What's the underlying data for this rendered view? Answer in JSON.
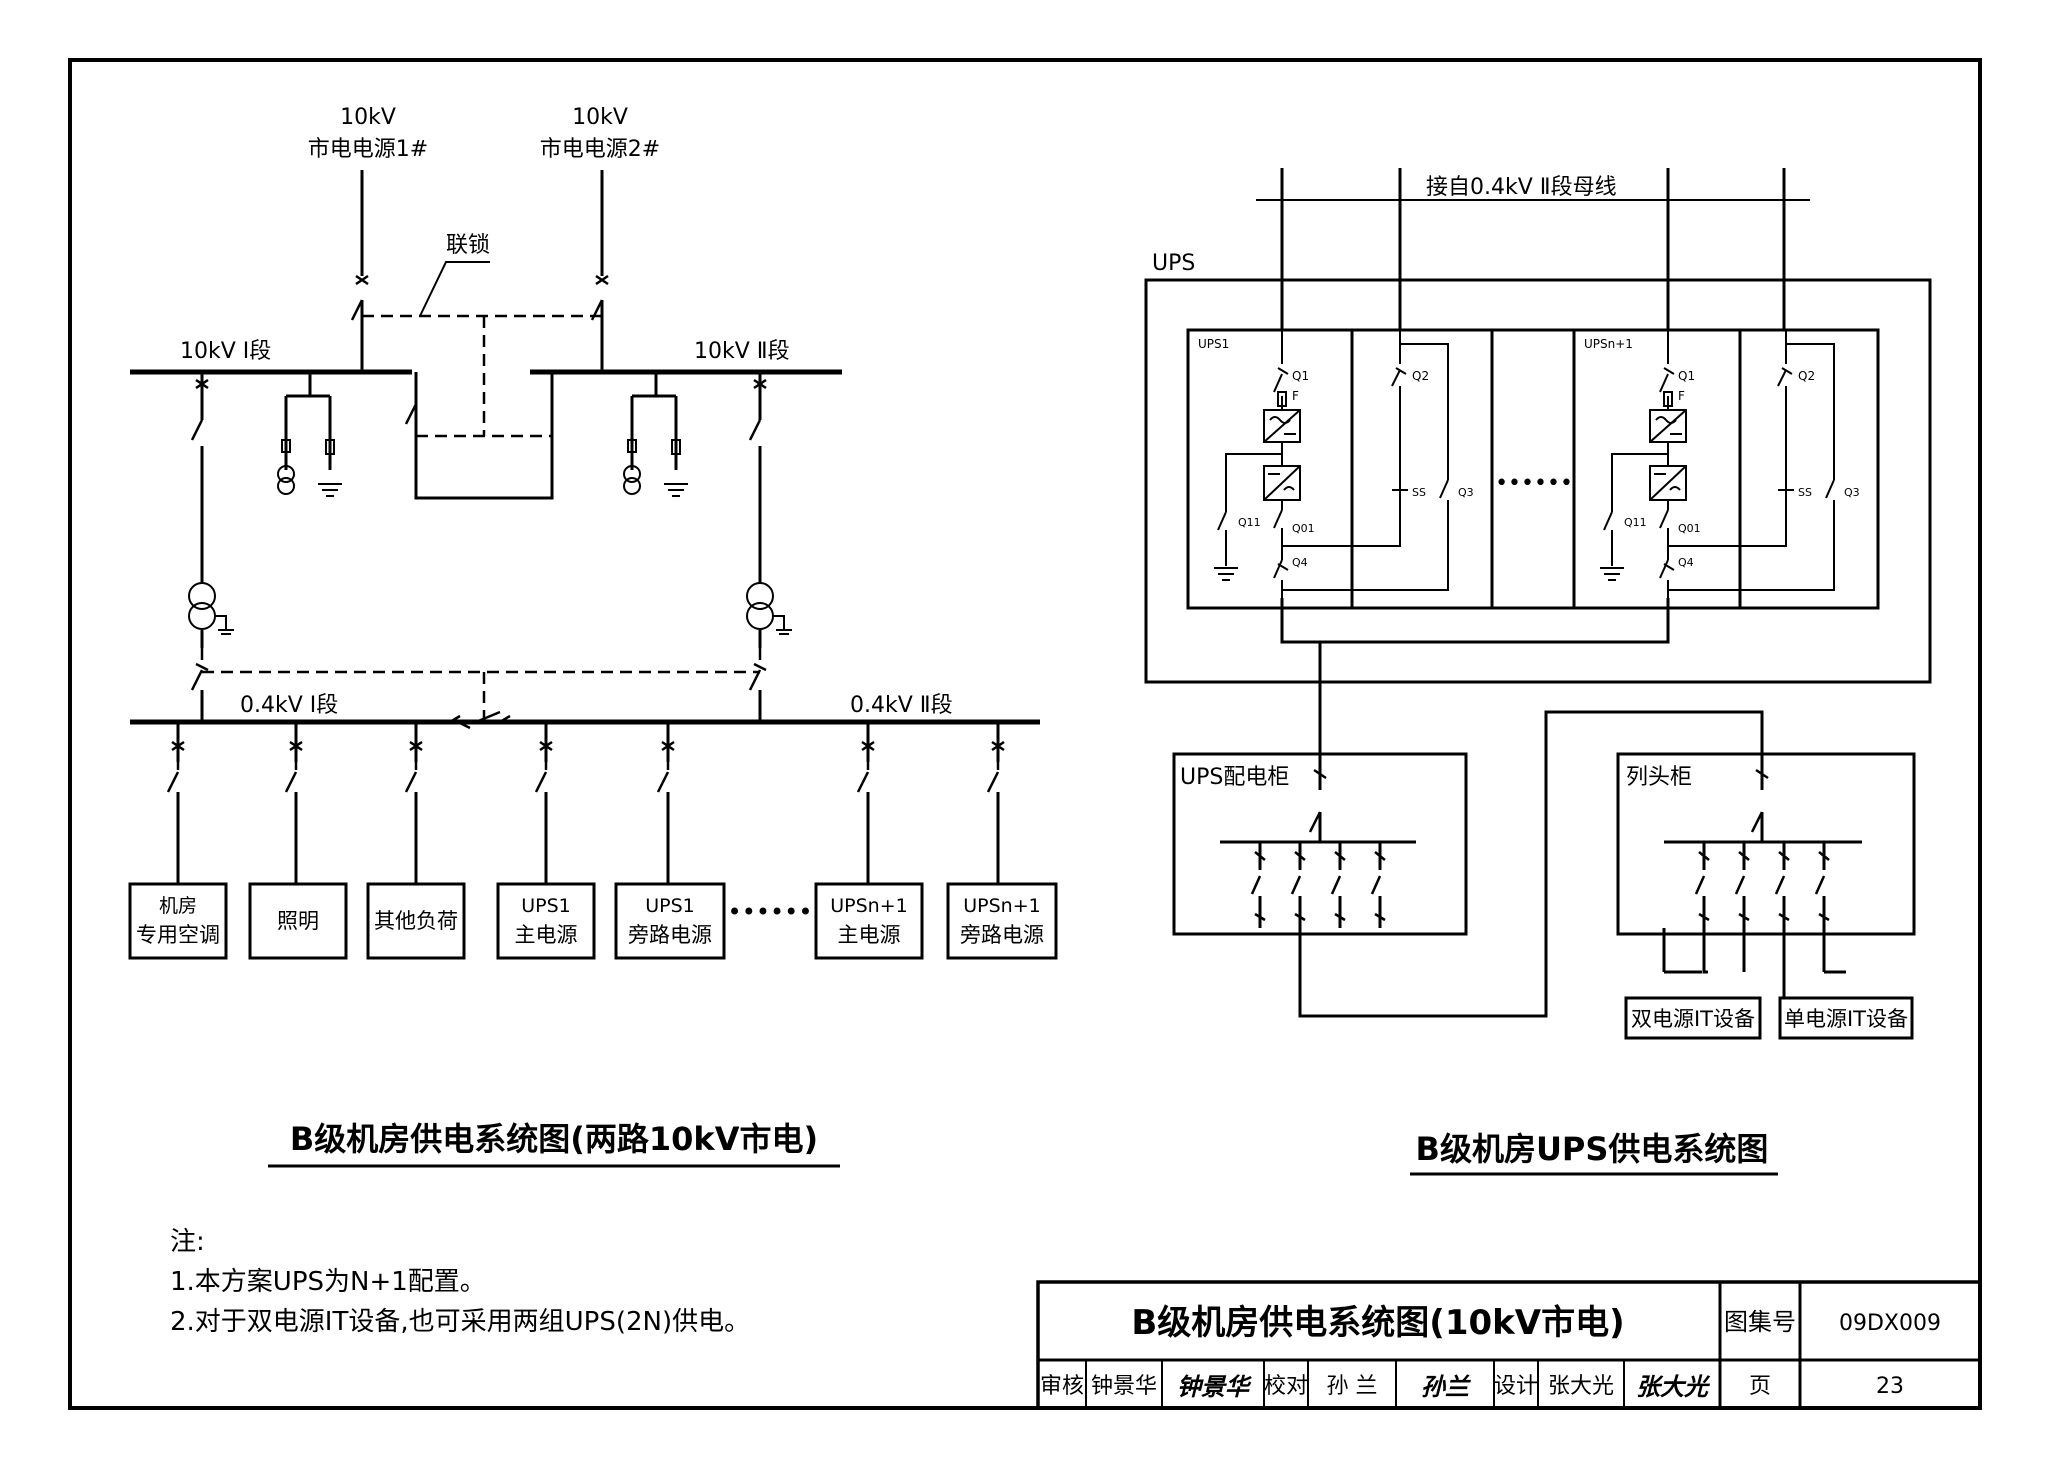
{
  "left_diagram": {
    "title": "B级机房供电系统图(两路10kV市电)",
    "source1": {
      "voltage": "10kV",
      "name": "市电电源1#"
    },
    "source2": {
      "voltage": "10kV",
      "name": "市电电源2#"
    },
    "interlock": "联锁",
    "hv_bus1": "10kV Ⅰ段",
    "hv_bus2": "10kV Ⅱ段",
    "lv_bus1": "0.4kV Ⅰ段",
    "lv_bus2": "0.4kV Ⅱ段",
    "ellipsis": "••••••",
    "loads": [
      {
        "line1": "机房",
        "line2": "专用空调"
      },
      {
        "line1": "照明",
        "line2": ""
      },
      {
        "line1": "其他负荷",
        "line2": ""
      },
      {
        "line1": "UPS1",
        "line2": "主电源"
      },
      {
        "line1": "UPS1",
        "line2": "旁路电源"
      },
      {
        "line1": "UPSn+1",
        "line2": "主电源"
      },
      {
        "line1": "UPSn+1",
        "line2": "旁路电源"
      }
    ]
  },
  "right_diagram": {
    "title": "B级机房UPS供电系统图",
    "incoming": "接自0.4kV Ⅱ段母线",
    "ups_label": "UPS",
    "modules": [
      {
        "name": "UPS1",
        "q1": "Q1",
        "f": "F",
        "q2": "Q2",
        "ss": "SS",
        "q3": "Q3",
        "q11": "Q11",
        "q01": "Q01",
        "q4": "Q4"
      },
      {
        "name": "UPSn+1",
        "q1": "Q1",
        "f": "F",
        "q2": "Q2",
        "ss": "SS",
        "q3": "Q3",
        "q11": "Q11",
        "q01": "Q01",
        "q4": "Q4"
      }
    ],
    "ellipsis": "••••••",
    "ups_panel": "UPS配电柜",
    "head_cabinet": "列头柜",
    "dual_it": "双电源IT设备",
    "single_it": "单电源IT设备"
  },
  "notes": {
    "heading": "注:",
    "items": [
      "1.本方案UPS为N+1配置。",
      "2.对于双电源IT设备,也可采用两组UPS(2N)供电。"
    ]
  },
  "title_block": {
    "drawing_title": "B级机房供电系统图(10kV市电)",
    "atlas_label": "图集号",
    "atlas_no": "09DX009",
    "review_label": "审核",
    "reviewer": "钟景华",
    "check_label": "校对",
    "checker": "孙 兰",
    "design_label": "设计",
    "designer": "张大光",
    "page_label": "页",
    "page_no": "23",
    "signatures": [
      "钟景华",
      "孙兰",
      "张大光"
    ]
  }
}
